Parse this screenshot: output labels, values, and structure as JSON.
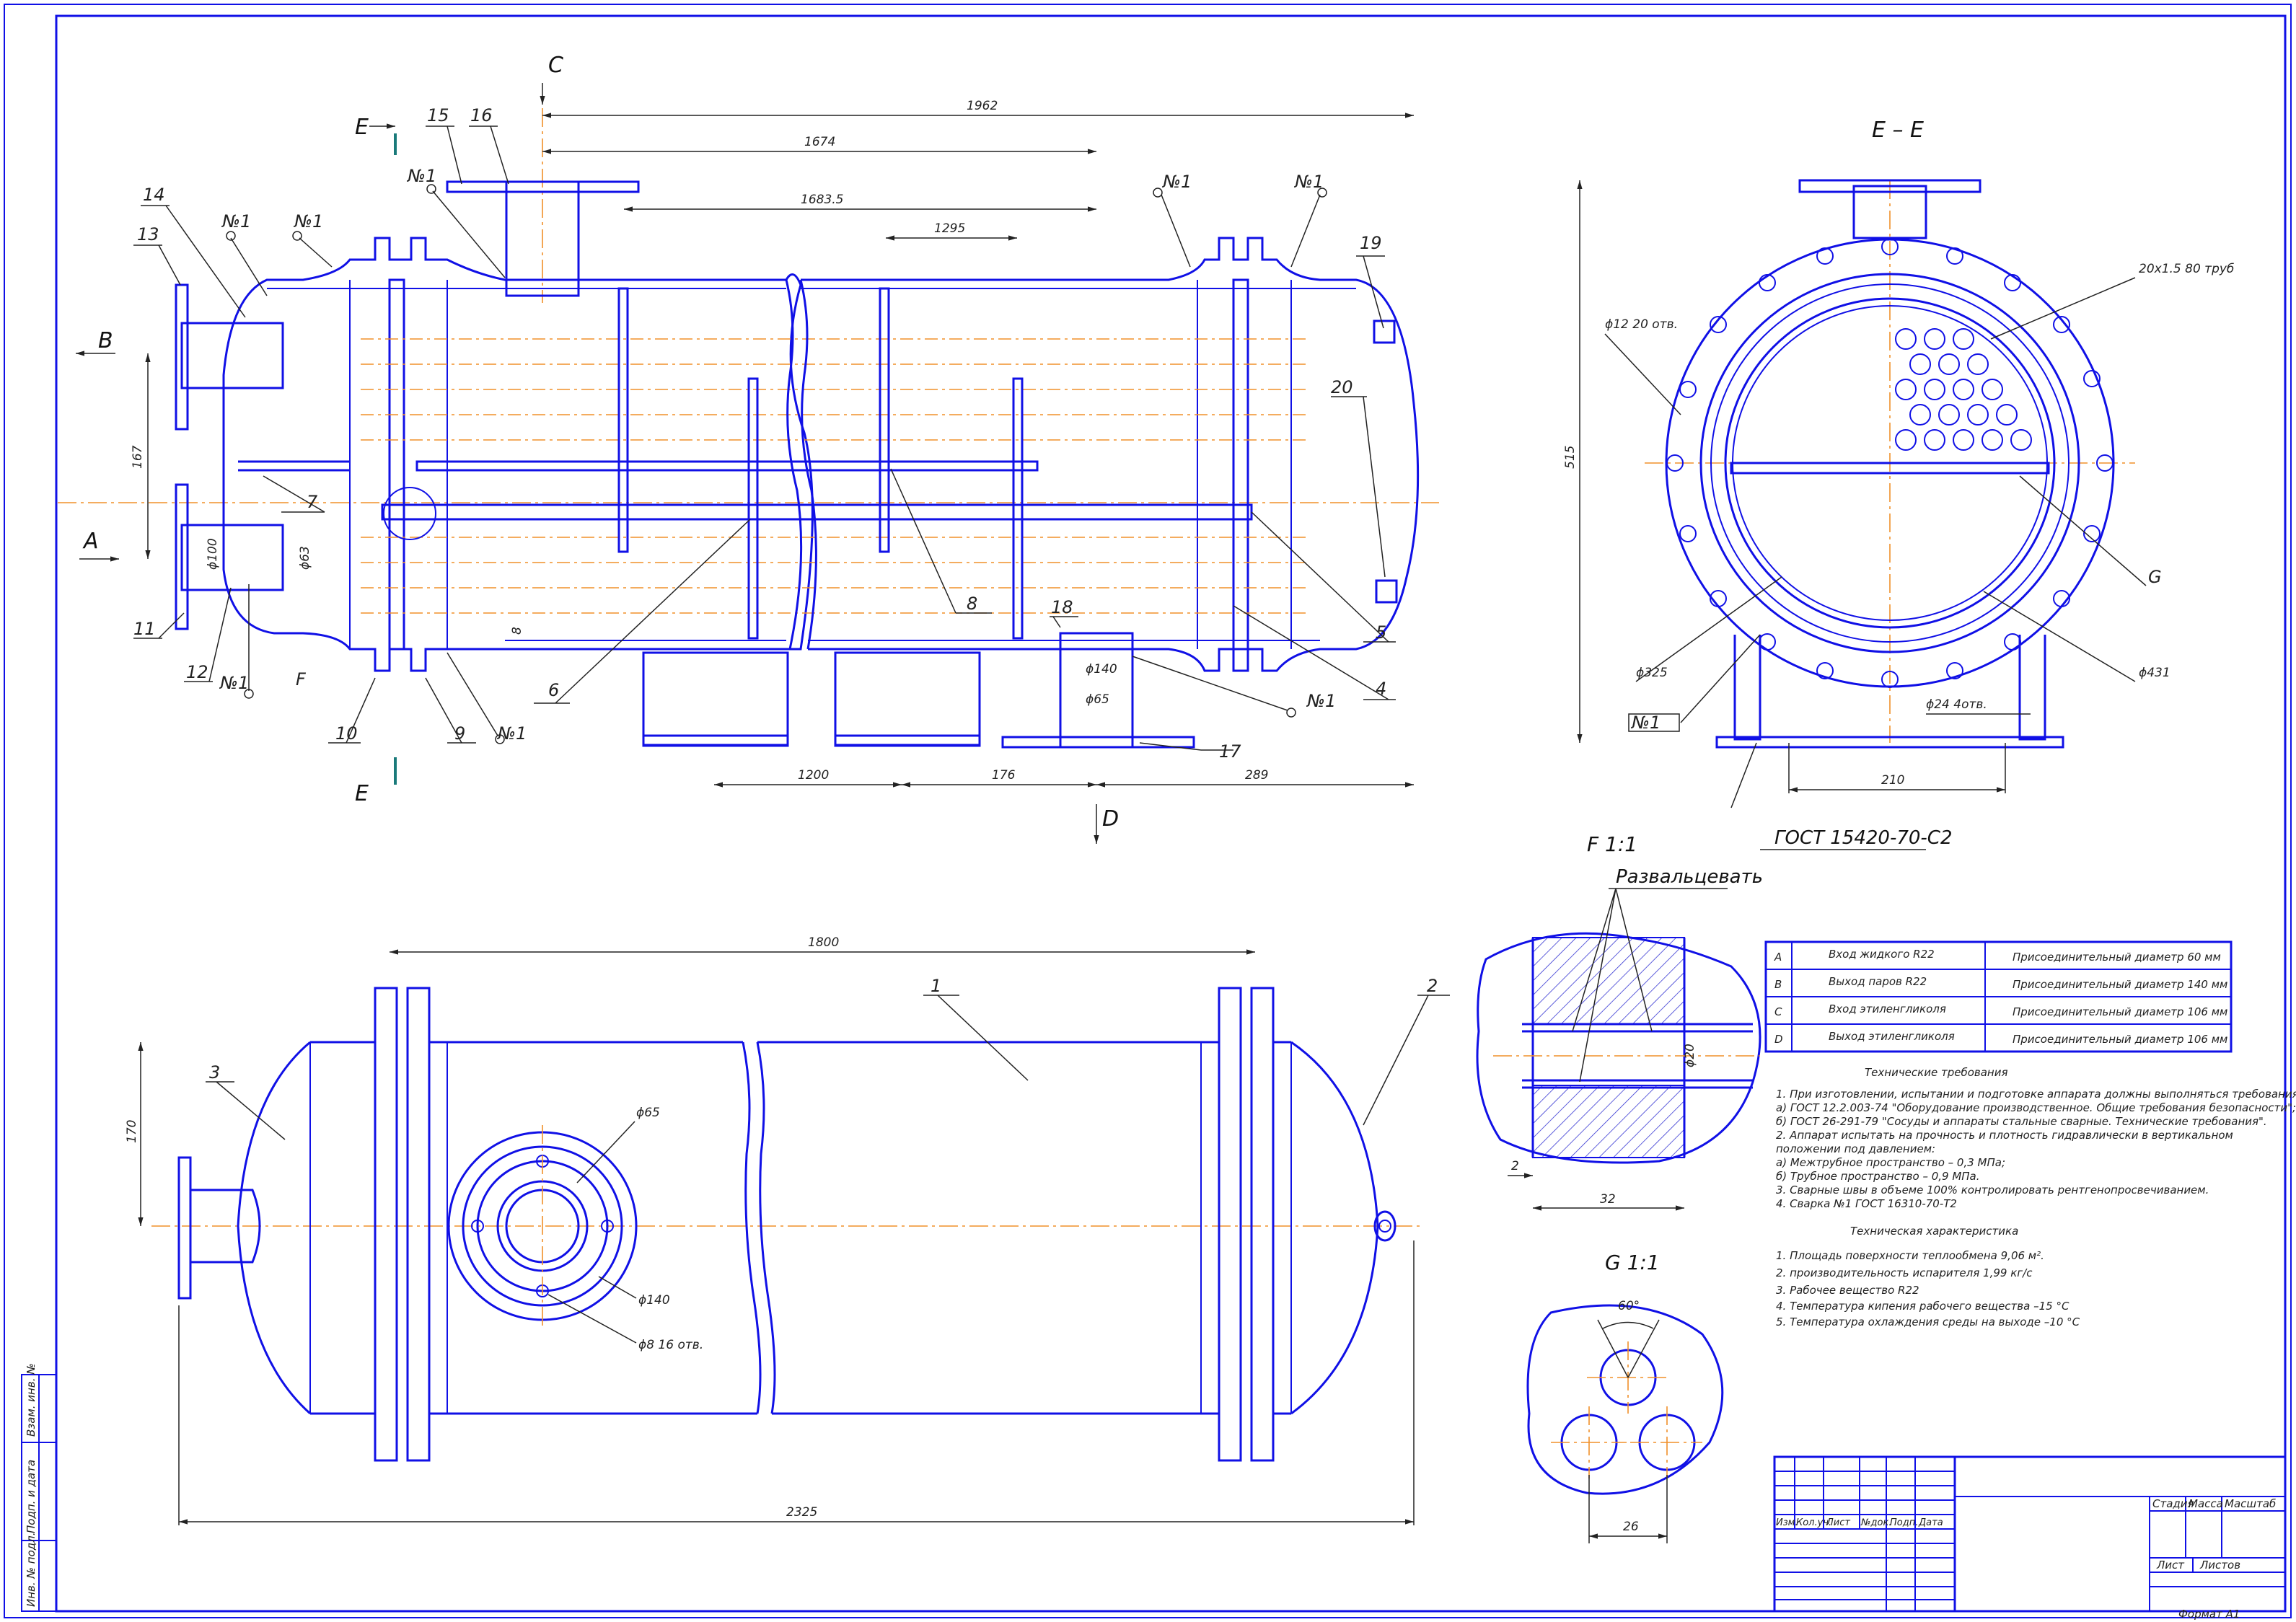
{
  "section_marks": {
    "c": "C",
    "d": "D",
    "e_top": "E",
    "e_bottom": "E",
    "b": "B",
    "a": "A",
    "ee_title": "E – E",
    "f_title": "F 1:1",
    "g_title": "G 1:1",
    "f_label": "F",
    "g_label": "G"
  },
  "dimensions": {
    "d1962": "1962",
    "d1674": "1674",
    "d1683": "1683.5",
    "d1295": "1295",
    "d167": "167",
    "d100": "ϕ100",
    "d63": "ϕ63",
    "d8": "8",
    "d140": "ϕ140",
    "d65": "ϕ65",
    "d1200": "1200",
    "d176": "176",
    "d289": "289",
    "d515": "515",
    "d12holes": "ϕ12 20 отв.",
    "tubes": "20x1.5 80 труб",
    "d325": "ϕ325",
    "d431": "ϕ431",
    "d24holes": "ϕ24 4отв.",
    "d210": "210",
    "d1800": "1800",
    "d170": "170",
    "d2325": "2325",
    "d65b": "ϕ65",
    "d140b": "ϕ140",
    "d8holes": "ϕ8 16 отв.",
    "d20": "ϕ20",
    "d2": "2",
    "d32": "32",
    "d60deg": "60°",
    "d26": "26"
  },
  "weld_mark": "№1",
  "weld_box": "№1",
  "gost_label": "ГОСТ 15420-70-С2",
  "expand_label": "Развальцевать",
  "positions": {
    "p1": "1",
    "p2": "2",
    "p3": "3",
    "p4": "4",
    "p5": "5",
    "p6": "6",
    "p7": "7",
    "p8": "8",
    "p9": "9",
    "p10": "10",
    "p11": "11",
    "p12": "12",
    "p13": "13",
    "p14": "14",
    "p15": "15",
    "p16": "16",
    "p17": "17",
    "p18": "18",
    "p19": "19",
    "p20": "20"
  },
  "connections_table": [
    {
      "code": "A",
      "name": "Вход жидкого R22",
      "diameter": "Присоединительный диаметр 60 мм"
    },
    {
      "code": "B",
      "name": "Выход паров R22",
      "diameter": "Присоединительный диаметр 140 мм"
    },
    {
      "code": "C",
      "name": "Вход этиленгликоля",
      "diameter": "Присоединительный диаметр 106 мм"
    },
    {
      "code": "D",
      "name": "Выход этиленгликоля",
      "diameter": "Присоединительный диаметр 106 мм"
    }
  ],
  "tech_requirements": {
    "title": "Технические требования",
    "lines": [
      "1. При изготовлении, испытании и подготовке аппарата должны выполняться требования:",
      "   а) ГОСТ 12.2.003-74 \"Оборудование производственное. Общие требования безопасности\";",
      "   б) ГОСТ 26-291-79 \"Сосуды и аппараты стальные сварные. Технические требования\".",
      "2. Аппарат испытать на прочность и плотность гидравлически в вертикальном",
      "   положении под давлением:",
      "   а) Межтрубное пространство – 0,3 МПа;",
      "   б) Трубное пространство – 0,9 МПа.",
      "3. Сварные швы в объеме 100% контролировать рентгенопросвечиванием.",
      "4. Сварка №1 ГОСТ 16310-70-Т2"
    ]
  },
  "tech_characteristics": {
    "title": "Техническая характеристика",
    "lines": [
      "1. Площадь поверхности теплообмена 9,06 м².",
      "2. производительность испарителя 1,99 кг/с",
      "3. Рабочее вещество R22",
      "4. Температура кипения рабочего вещества –15 °С",
      "5. Температура охлаждения среды на выходе –10 °С"
    ]
  },
  "title_block": {
    "cols": [
      "Изм.",
      "Кол.уч.",
      "Лист",
      "№док.",
      "Подп.",
      "Дата"
    ],
    "stage": "Стадия",
    "mass": "Масса",
    "scale": "Масштаб",
    "sheet": "Лист",
    "sheets": "Листов",
    "format": "Формат   А1"
  },
  "side_stamp": [
    "Инв. № подл.",
    "Подп. и дата",
    "Взам. инв. №"
  ],
  "colors": {
    "line": "#1010e6",
    "axis": "#f0902a",
    "dim": "#222222",
    "frame": "#1010e6"
  }
}
